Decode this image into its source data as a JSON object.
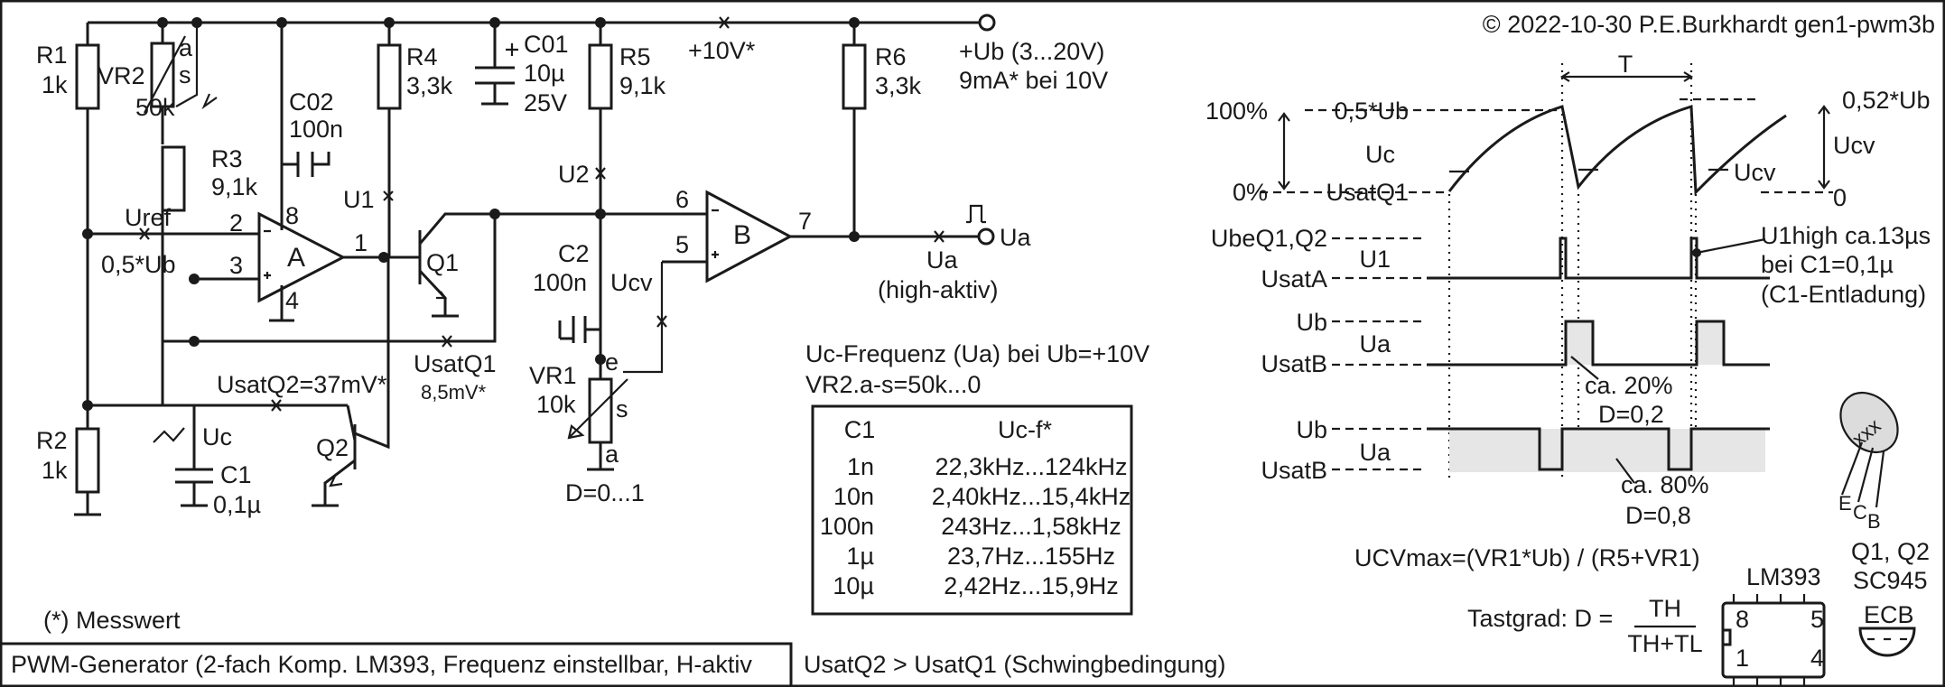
{
  "header": {
    "copyright": "© 2022-10-30 P.E.Burkhardt gen1-pwm3b"
  },
  "footer": {
    "title": "PWM-Generator (2-fach Komp. LM393, Frequenz einstellbar, H-aktiv",
    "note_measured": "(*) Messwert",
    "oscillation_condition": "UsatQ2 > UsatQ1 (Schwingbedingung)"
  },
  "components": {
    "R1": {
      "name": "R1",
      "value": "1k"
    },
    "VR2": {
      "name": "VR2",
      "value": "50k",
      "pin_a": "a",
      "pin_s": "s"
    },
    "R3": {
      "name": "R3",
      "value": "9,1k"
    },
    "R2": {
      "name": "R2",
      "value": "1k"
    },
    "C02": {
      "name": "C02",
      "value": "100n"
    },
    "R4": {
      "name": "R4",
      "value": "3,3k"
    },
    "C01": {
      "name": "C01",
      "value": "10µ",
      "voltage": "25V",
      "plus": "+"
    },
    "R5": {
      "name": "R5",
      "value": "9,1k"
    },
    "R6": {
      "name": "R6",
      "value": "3,3k"
    },
    "C2": {
      "name": "C2",
      "value": "100n"
    },
    "VR1": {
      "name": "VR1",
      "value": "10k",
      "pin_e": "e",
      "pin_s": "s",
      "pin_a": "a",
      "range": "D=0...1"
    },
    "C1": {
      "name": "C1",
      "value": "0,1µ"
    },
    "Q1": {
      "name": "Q1"
    },
    "Q2": {
      "name": "Q2"
    },
    "compA": {
      "name": "A",
      "pin_minus": "2",
      "pin_plus": "3",
      "pin_out": "1",
      "pin_vcc": "8",
      "pin_gnd": "4"
    },
    "compB": {
      "name": "B",
      "pin_minus": "6",
      "pin_plus": "5",
      "pin_out": "7"
    }
  },
  "nets": {
    "supply_label": "+Ub (3...20V)",
    "supply_current": "9mA* bei 10V",
    "supply_10v": "+10V*",
    "uref": "Uref",
    "half_ub": "0,5*Ub",
    "u1": "U1",
    "u2": "U2",
    "ucv": "Ucv",
    "uc": "Uc",
    "usatq1": "UsatQ1",
    "usatq1_value": "8,5mV*",
    "usatq2": "UsatQ2=37mV*",
    "ua": "Ua",
    "ua_desc": "Ua",
    "ua_mode": "(high-aktiv)"
  },
  "freq_section": {
    "title": "Uc-Frequenz (Ua) bei Ub=+10V",
    "subtitle": "VR2.a-s=50k...0",
    "table": {
      "headers": [
        "C1",
        "Uc-f*"
      ],
      "rows": [
        [
          "1n",
          "22,3kHz...124kHz"
        ],
        [
          "10n",
          "2,40kHz...15,4kHz"
        ],
        [
          "100n",
          "243Hz...1,58kHz"
        ],
        [
          "1µ",
          "23,7Hz...155Hz"
        ],
        [
          "10µ",
          "2,42Hz...15,9Hz"
        ]
      ]
    }
  },
  "timing": {
    "period": "T",
    "pct100": "100%",
    "pct0": "0%",
    "half_ub": "0,5*Ub",
    "high_ub": "0,52*Ub",
    "uc": "Uc",
    "usatq1": "UsatQ1",
    "ucv_left": "Ucv",
    "ucv_right": "Ucv",
    "zero": "0",
    "ube": "UbeQ1,Q2",
    "u1": "U1",
    "usata": "UsatA",
    "u1_note_1": "U1high ca.13µs",
    "u1_note_2": "bei C1=0,1µ",
    "u1_note_3": "(C1-Entladung)",
    "ub_1": "Ub",
    "ua_1": "Ua",
    "usatb_1": "UsatB",
    "duty_1a": "ca. 20%",
    "duty_1b": "D=0,2",
    "ub_2": "Ub",
    "ua_2": "Ua",
    "usatb_2": "UsatB",
    "duty_2a": "ca. 80%",
    "duty_2b": "D=0,8",
    "ucvmax": "UCVmax=(VR1*Ub) / (R5+VR1)",
    "tastgrad": "Tastgrad:  D =",
    "th": "TH",
    "thtl": "TH+TL"
  },
  "packages": {
    "lm393": "LM393",
    "pin8": "8",
    "pin5": "5",
    "pin1": "1",
    "pin4": "4",
    "transistors": "Q1, Q2",
    "part": "SC945",
    "pins_ecb": "ECB",
    "to92_e": "E",
    "to92_c": "C",
    "to92_b": "B",
    "to92_mark": "xxx"
  },
  "colors": {
    "ink": "#1a1a1a",
    "shade": "#e6e6e6",
    "background": "#ffffff"
  }
}
